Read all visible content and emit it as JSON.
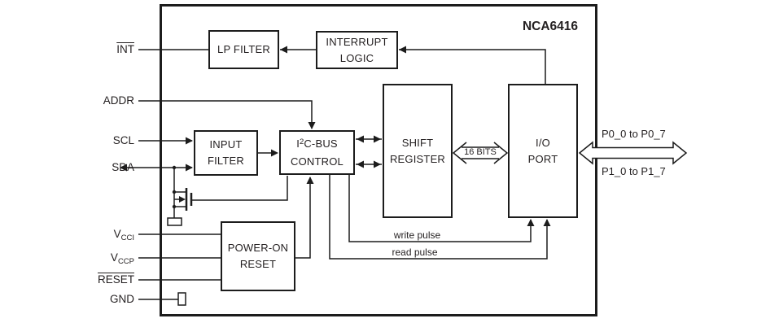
{
  "chip": {
    "name": "NCA6416"
  },
  "pins": {
    "int": {
      "label": "INT"
    },
    "addr": {
      "label": "ADDR"
    },
    "scl": {
      "label": "SCL"
    },
    "sda": {
      "label": "SDA"
    },
    "vcci": {
      "base": "V",
      "sub": "CCI"
    },
    "vccp": {
      "base": "V",
      "sub": "CCP"
    },
    "reset": {
      "label": "RESET"
    },
    "gnd": {
      "label": "GND"
    }
  },
  "blocks": {
    "lp_filter": {
      "label": "LP FILTER"
    },
    "interrupt_logic": {
      "line1": "INTERRUPT",
      "line2": "LOGIC"
    },
    "input_filter": {
      "line1": "INPUT",
      "line2": "FILTER"
    },
    "i2c_bus_control": {
      "pre": "I",
      "sup": "2",
      "post": "C-BUS",
      "line2": "CONTROL"
    },
    "shift_register": {
      "line1": "SHIFT",
      "line2": "REGISTER"
    },
    "io_port": {
      "line1": "I/O",
      "line2": "PORT"
    },
    "power_on_reset": {
      "line1": "POWER-ON",
      "line2": "RESET"
    }
  },
  "bus": {
    "label": "16 BITS"
  },
  "port_labels": {
    "p0": "P0_0 to P0_7",
    "p1": "P1_0 to P1_7"
  },
  "pulse_labels": {
    "write": "write pulse",
    "read": "read pulse"
  },
  "colors": {
    "line": "#1c1c1c",
    "text": "#231f20",
    "background": "#ffffff"
  }
}
